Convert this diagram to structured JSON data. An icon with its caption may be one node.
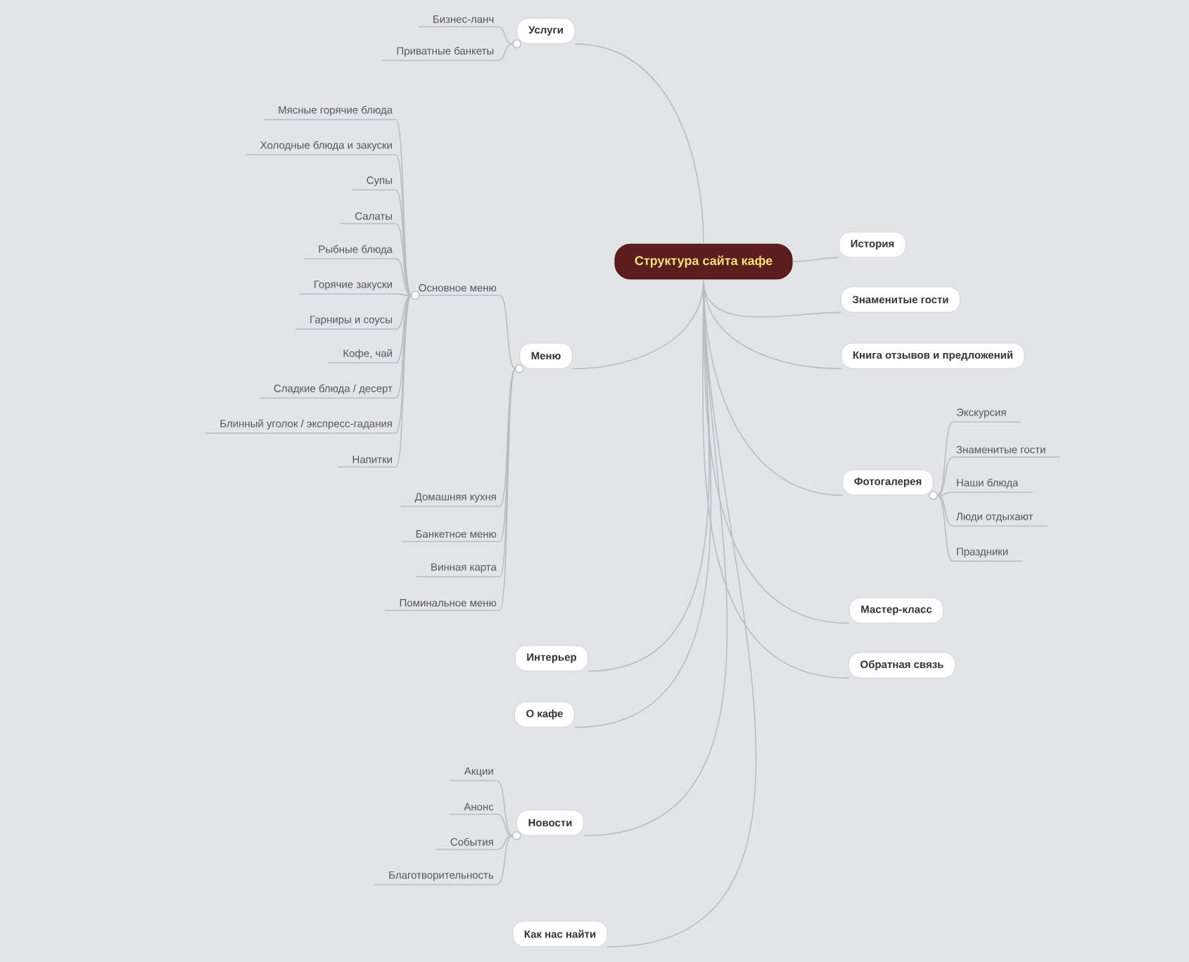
{
  "diagram": {
    "nodes": [
      {
        "text": [
          "Структура сайта кафе"
        ]
      },
      {
        "text": [
          "Услуги"
        ]
      },
      {
        "text": [
          "Бизнес-ланч"
        ]
      },
      {
        "text": [
          "Приватные банкеты"
        ]
      },
      {
        "text": [
          "Меню"
        ]
      },
      {
        "text": [
          "Основное меню"
        ]
      },
      {
        "text": [
          "Мясные горячие блюда"
        ]
      },
      {
        "text": [
          "Холодные блюда и закуски"
        ]
      },
      {
        "text": [
          "Супы"
        ]
      },
      {
        "text": [
          "Салаты"
        ]
      },
      {
        "text": [
          "Рыбные блюда"
        ]
      },
      {
        "text": [
          "Горячие закуски"
        ]
      },
      {
        "text": [
          "Гарниры и соусы"
        ]
      },
      {
        "text": [
          "Кофе, чай"
        ]
      },
      {
        "text": [
          "Сладкие блюда / десерт"
        ]
      },
      {
        "text": [
          "Блинный уголок / экспресс-гадания"
        ]
      },
      {
        "text": [
          "Напитки"
        ]
      },
      {
        "text": [
          "Домашняя кухня"
        ]
      },
      {
        "text": [
          "Банкетное меню"
        ]
      },
      {
        "text": [
          "Винная карта"
        ]
      },
      {
        "text": [
          "Поминальное меню"
        ]
      },
      {
        "text": [
          "История"
        ]
      },
      {
        "text": [
          "Знаменитые гости"
        ]
      },
      {
        "text": [
          "Книга отзывов и предложений"
        ]
      },
      {
        "text": [
          "Фотогалерея"
        ]
      },
      {
        "text": [
          "Экскурсия"
        ]
      },
      {
        "text": [
          "Знаменитые гости"
        ]
      },
      {
        "text": [
          "Наши блюда"
        ]
      },
      {
        "text": [
          "Люди отдыхают"
        ]
      },
      {
        "text": [
          "Праздники"
        ]
      },
      {
        "text": [
          "Мастер-класс"
        ]
      },
      {
        "text": [
          "Обратная связь"
        ]
      },
      {
        "text": [
          "Интерьер"
        ]
      },
      {
        "text": [
          "О кафе"
        ]
      },
      {
        "text": [
          "Новости"
        ]
      },
      {
        "text": [
          "Акции"
        ]
      },
      {
        "text": [
          "Анонс"
        ]
      },
      {
        "text": [
          "События"
        ]
      },
      {
        "text": [
          "Благотворительность"
        ]
      },
      {
        "text": [
          "Как нас найти"
        ]
      }
    ],
    "edges": [
      {
        "from": 0,
        "to": 1,
        "arrow": "none"
      },
      {
        "from": 1,
        "to": 2,
        "arrow": "none"
      },
      {
        "from": 1,
        "to": 3,
        "arrow": "none"
      },
      {
        "from": 0,
        "to": 4,
        "arrow": "none"
      },
      {
        "from": 4,
        "to": 5,
        "arrow": "none"
      },
      {
        "from": 5,
        "to": 6,
        "arrow": "none"
      },
      {
        "from": 5,
        "to": 7,
        "arrow": "none"
      },
      {
        "from": 5,
        "to": 8,
        "arrow": "none"
      },
      {
        "from": 5,
        "to": 9,
        "arrow": "none"
      },
      {
        "from": 5,
        "to": 10,
        "arrow": "none"
      },
      {
        "from": 5,
        "to": 11,
        "arrow": "none"
      },
      {
        "from": 5,
        "to": 12,
        "arrow": "none"
      },
      {
        "from": 5,
        "to": 13,
        "arrow": "none"
      },
      {
        "from": 5,
        "to": 14,
        "arrow": "none"
      },
      {
        "from": 5,
        "to": 15,
        "arrow": "none"
      },
      {
        "from": 5,
        "to": 16,
        "arrow": "none"
      },
      {
        "from": 4,
        "to": 17,
        "arrow": "none"
      },
      {
        "from": 4,
        "to": 18,
        "arrow": "none"
      },
      {
        "from": 4,
        "to": 19,
        "arrow": "none"
      },
      {
        "from": 4,
        "to": 20,
        "arrow": "none"
      },
      {
        "from": 0,
        "to": 21,
        "arrow": "none"
      },
      {
        "from": 0,
        "to": 22,
        "arrow": "none"
      },
      {
        "from": 0,
        "to": 23,
        "arrow": "none"
      },
      {
        "from": 0,
        "to": 24,
        "arrow": "none"
      },
      {
        "from": 24,
        "to": 25,
        "arrow": "none"
      },
      {
        "from": 24,
        "to": 26,
        "arrow": "none"
      },
      {
        "from": 24,
        "to": 27,
        "arrow": "none"
      },
      {
        "from": 24,
        "to": 28,
        "arrow": "none"
      },
      {
        "from": 24,
        "to": 29,
        "arrow": "none"
      },
      {
        "from": 0,
        "to": 30,
        "arrow": "none"
      },
      {
        "from": 0,
        "to": 31,
        "arrow": "none"
      },
      {
        "from": 0,
        "to": 32,
        "arrow": "none"
      },
      {
        "from": 0,
        "to": 33,
        "arrow": "none"
      },
      {
        "from": 0,
        "to": 34,
        "arrow": "none"
      },
      {
        "from": 34,
        "to": 35,
        "arrow": "none"
      },
      {
        "from": 34,
        "to": 36,
        "arrow": "none"
      },
      {
        "from": 34,
        "to": 37,
        "arrow": "none"
      },
      {
        "from": 34,
        "to": 38,
        "arrow": "none"
      },
      {
        "from": 0,
        "to": 39,
        "arrow": "none"
      }
    ]
  }
}
